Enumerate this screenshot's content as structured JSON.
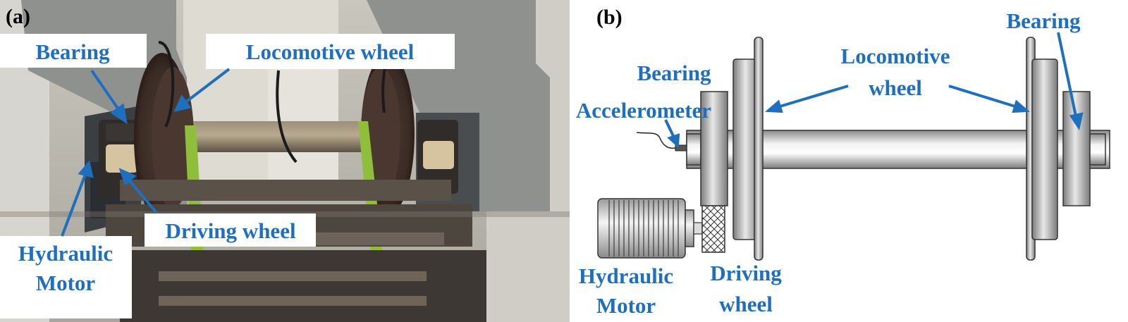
{
  "panel_a": {
    "tag": "(a)",
    "labels": {
      "bearing": "Bearing",
      "locomotive_wheel": "Locomotive wheel",
      "driving_wheel": "Driving wheel",
      "hydraulic_motor_line1": "Hydraulic",
      "hydraulic_motor_line2": "Motor"
    }
  },
  "panel_b": {
    "tag": "(b)",
    "labels": {
      "bearing_left": "Bearing",
      "bearing_right": "Bearing",
      "accelerometer": "Accelerometer",
      "locomotive_wheel_line1": "Locomotive",
      "locomotive_wheel_line2": "wheel",
      "hydraulic_motor_line1": "Hydraulic",
      "hydraulic_motor_line2": "Motor",
      "driving_wheel_line1": "Driving",
      "driving_wheel_line2": "wheel"
    }
  },
  "colors": {
    "label_blue": "#1f6fbf",
    "arrow_blue": "#1f6fbf"
  }
}
